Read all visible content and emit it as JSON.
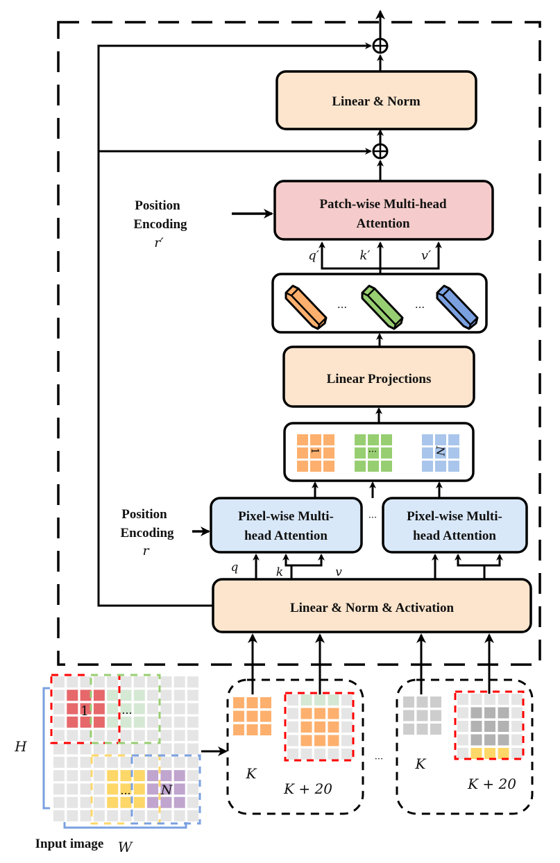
{
  "colors": {
    "peach": "#FDE5CD",
    "pink": "#F5CCCB",
    "light_blue": "#D9E8F8",
    "orange": "#FDB06E",
    "green": "#98CE72",
    "blue": "#7AA0E0",
    "blue_cell": "#A9C5EB",
    "red_cell": "#E6686B",
    "light_green_cell": "#D5E8D4",
    "yellow_cell": "#FDD767",
    "purple_cell": "#C0A5CF",
    "gray_cell": "#E5E5E5",
    "mid_gray_cell": "#CDCDCD",
    "dark_gray_cell": "#B2B2B2",
    "red_dash": "#FF0000",
    "green_dash": "#98CE72",
    "yellow_dash": "#FDD767",
    "blue_dash": "#7AA0E0"
  },
  "blocks": {
    "linear_norm": "Linear & Norm",
    "patch_attention_line1": "Patch-wise Multi-head",
    "patch_attention_line2": "Attention",
    "linear_projections": "Linear Projections",
    "pixel_attention_1_line1": "Pixel-wise Multi-",
    "pixel_attention_1_line2": "head Attention",
    "pixel_attention_2_line1": "Pixel-wise Multi-",
    "pixel_attention_2_line2": "head Attention",
    "linear_norm_activation": "Linear & Norm & Activation"
  },
  "position_encoding_top": {
    "line1": "Position",
    "line2": "Encoding",
    "symbol": "r′"
  },
  "position_encoding_bottom": {
    "line1": "Position",
    "line2": "Encoding",
    "symbol": "r"
  },
  "patch_qkv": {
    "q": "q′",
    "k": "k′",
    "v": "v′"
  },
  "pixel_qkv": {
    "q": "q",
    "k": "k",
    "v": "v"
  },
  "ellipsis": "···",
  "patch_grids": {
    "first_label": "1",
    "middle_label": "···",
    "last_label": "N"
  },
  "input_image": {
    "title": "Input image",
    "height_label": "H",
    "width_label": "W",
    "patch_first": "1",
    "patch_middle": "...",
    "patch_middle_2": "...",
    "patch_last": "N"
  },
  "groups": [
    {
      "small_label": "K",
      "large_label": "K + 20"
    },
    {
      "small_label": "K",
      "large_label": "K + 20"
    }
  ]
}
